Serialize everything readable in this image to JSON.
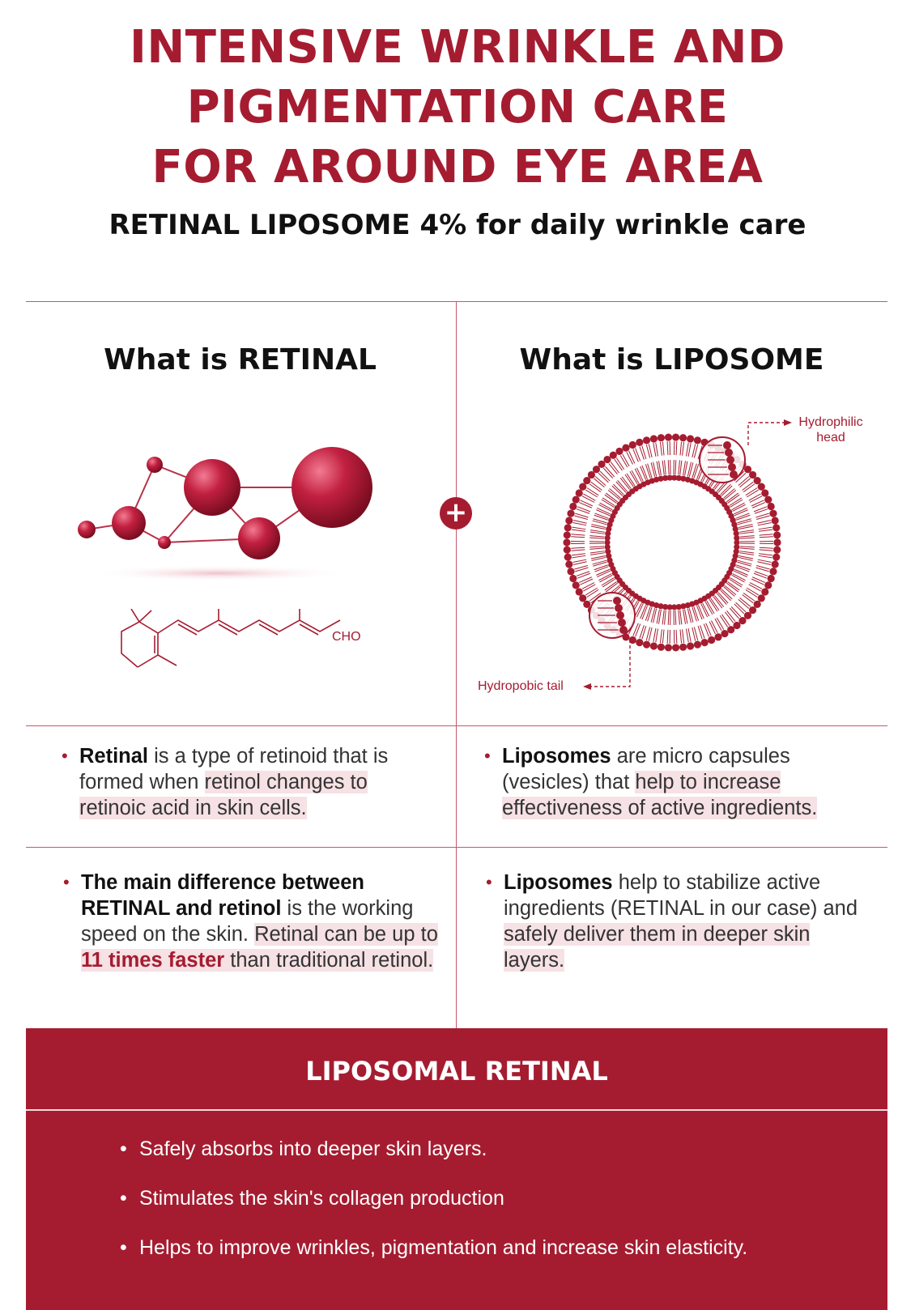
{
  "title_lines": [
    "INTENSIVE WRINKLE AND",
    "PIGMENTATION CARE",
    "FOR AROUND EYE AREA"
  ],
  "subtitle": "RETINAL LIPOSOME 4% for daily wrinkle care",
  "left": {
    "heading": "What is RETINAL",
    "formula_label": "CHO",
    "bullet1": {
      "bold": "Retinal",
      "text1": " is a type of retinoid that is formed when ",
      "highlight": "retinol changes to retinoic acid in skin cells."
    },
    "bullet2": {
      "bold": "The main difference between RETINAL and retinol",
      "text1": " is the working speed  on the skin. ",
      "highlight1": "Retinal can be up to ",
      "red": "11 times faster",
      "highlight2": " than traditional retinol."
    }
  },
  "right": {
    "heading": "What is LIPOSOME",
    "annotation_head": "Hydrophilic head",
    "annotation_tail": "Hydropobic tail",
    "bullet1": {
      "bold": "Liposomes",
      "text1": " are micro capsules (vesicles) that ",
      "highlight": "help to increase effectiveness of active ingredients."
    },
    "bullet2": {
      "bold": "Liposomes",
      "text1": " help to stabilize active ingredients (RETINAL in our case) and ",
      "highlight": "safely deliver them in deeper skin layers."
    }
  },
  "plus_symbol": "+",
  "bullet_symbol": "•",
  "panel": {
    "title": "LIPOSOMAL RETINAL",
    "items": [
      "Safely absorbs into deeper skin layers.",
      "Stimulates the skin's collagen production",
      "Helps to improve wrinkles, pigmentation and increase skin elasticity."
    ]
  },
  "colors": {
    "brand": "#a51c30",
    "highlight": "#f6e1e4"
  }
}
